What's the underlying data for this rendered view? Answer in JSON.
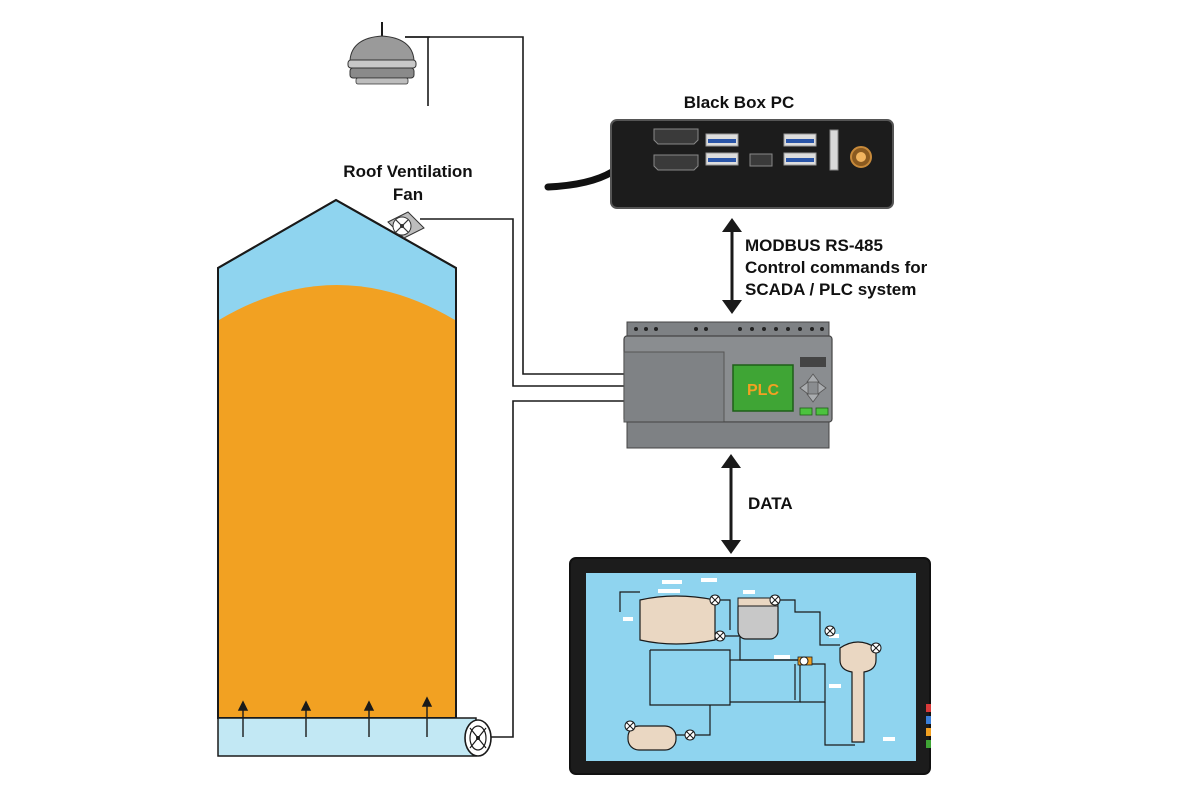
{
  "labels": {
    "black_box_pc": "Black Box PC",
    "roof_fan_line1": "Roof Ventilation",
    "roof_fan_line2": "Fan",
    "modbus_line1": "MODBUS RS-485",
    "modbus_line2": "Control commands for",
    "modbus_line3": "SCADA / PLC system",
    "data": "DATA",
    "plc": "PLC"
  },
  "colors": {
    "grain": "#f2a122",
    "silo_air": "#8fd4ef",
    "aeration_floor": "#c2e8f4",
    "plc_body": "#8a8d90",
    "plc_screen": "#3fa535",
    "plc_text": "#f2a122",
    "pc_body": "#1c1c1c",
    "usb_blue": "#2a55a8",
    "scada_bg": "#8fd4ef",
    "tank": "#ead7c2",
    "tank_grey": "#c8c8c8",
    "side_buttons": [
      "#d93a3a",
      "#3a7fd9",
      "#f2a122",
      "#3fa535"
    ]
  },
  "icons": [
    "weather-station-icon",
    "roof-fan-icon",
    "aeration-fan-icon",
    "power-cable-icon",
    "usb-port-icon",
    "hdmi-port-icon",
    "power-button-icon",
    "arrow-up-icon"
  ]
}
